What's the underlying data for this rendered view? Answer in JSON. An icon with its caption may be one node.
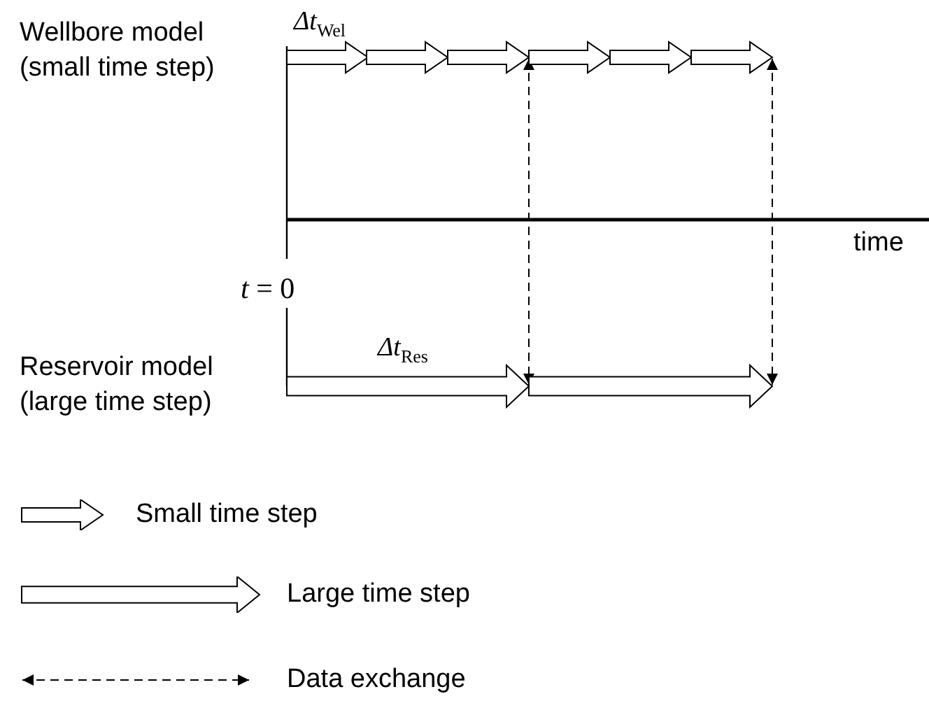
{
  "diagram": {
    "nodes": [
      {
        "text": [],
        "shape": "arrow"
      },
      {
        "text": [],
        "shape": "arrow"
      },
      {
        "text": [],
        "shape": "arrow"
      },
      {
        "text": [],
        "shape": "arrow"
      },
      {
        "text": [],
        "shape": "arrow"
      },
      {
        "text": [],
        "shape": "arrow"
      },
      {
        "text": [],
        "shape": "arrow"
      },
      {
        "text": [],
        "shape": "arrow"
      }
    ],
    "edges": [
      {
        "from": 2,
        "to": 6,
        "arrow": "both",
        "style": "dashed"
      },
      {
        "from": 5,
        "to": 7,
        "arrow": "both",
        "style": "dashed"
      }
    ],
    "labels": [
      "Wellbore model (small time step)",
      "Δt$_{Wel}$",
      "time",
      "*t* = 0",
      "Reservoir model (large time step)",
      "Δt$_{Res}$"
    ],
    "legend": [
      {
        "text": "Small time step"
      },
      {
        "text": "Large time step"
      },
      {
        "text": "Data exchange"
      }
    ]
  }
}
